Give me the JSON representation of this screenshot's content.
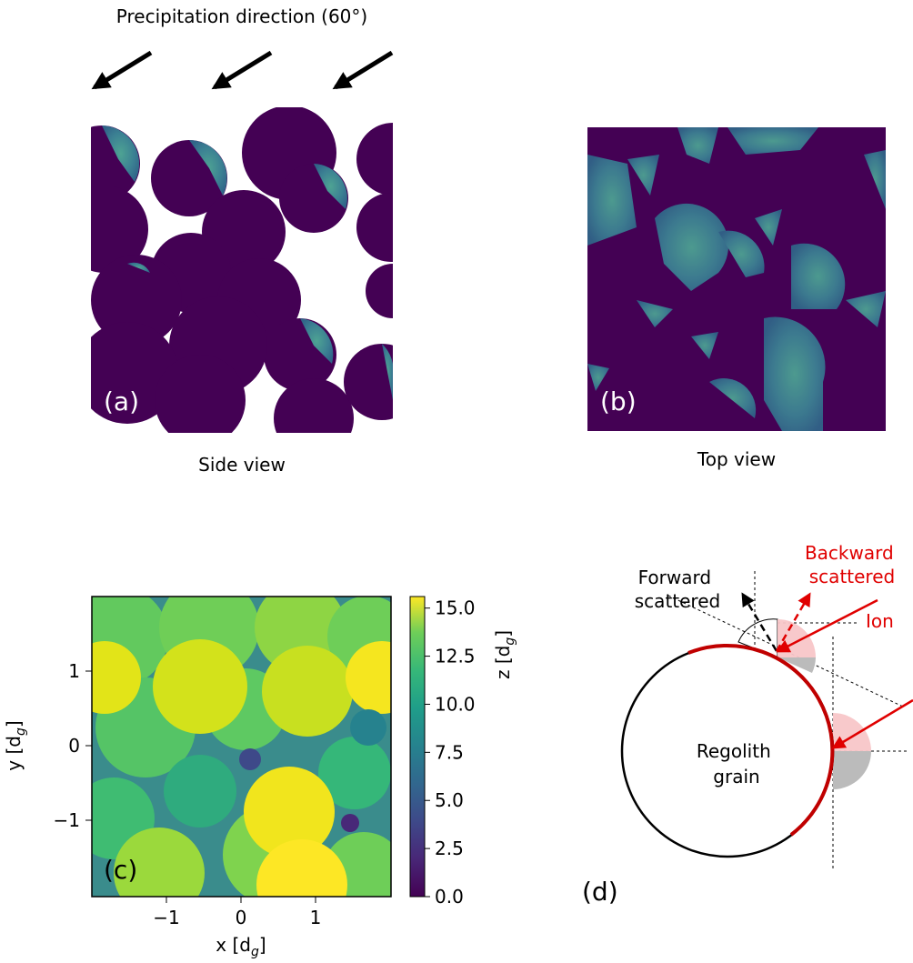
{
  "figure": {
    "title": "Precipitation direction (60°)",
    "panel_a": {
      "label": "(a)",
      "caption": "Side view"
    },
    "panel_b": {
      "label": "(b)",
      "caption": "Top view"
    },
    "panel_c": {
      "label": "(c)",
      "xlabel": "x [d",
      "xlabel_sub": "g",
      "xlabel_end": "]",
      "ylabel": "y [d",
      "ylabel_sub": "g",
      "ylabel_end": "]",
      "colorbar_label": "z [d",
      "colorbar_sub": "g",
      "colorbar_end": "]",
      "xticks": [
        "−1",
        "0",
        "1"
      ],
      "yticks": [
        "1",
        "0",
        "−1"
      ],
      "colorbar_ticks": [
        "15.0",
        "12.5",
        "10.0",
        "7.5",
        "5.0",
        "2.5",
        "0.0"
      ]
    },
    "panel_d": {
      "label": "(d)",
      "grain_line1": "Regolith",
      "grain_line2": "grain",
      "forward_line1": "Forward",
      "forward_line2": "scattered",
      "backward_line1": "Backward",
      "backward_line2": "scattered",
      "ion": "Ion"
    }
  },
  "colors": {
    "viridis_dark": "#440154",
    "viridis_yellow": "#fde725",
    "red": "#e00000",
    "dark_red": "#c00000",
    "pink": "#f8c6c8",
    "gray": "#bbbbbb"
  },
  "chart_data": {
    "type": "heatmap",
    "title": "",
    "xlabel": "x [d_g]",
    "ylabel": "y [d_g]",
    "colorbar_label": "z [d_g]",
    "xlim": [
      -2,
      2
    ],
    "ylim": [
      -2,
      2
    ],
    "zlim": [
      0,
      15.6
    ],
    "xticks": [
      -1,
      0,
      1
    ],
    "yticks": [
      -1,
      0,
      1
    ],
    "colorbar_ticks": [
      0.0,
      2.5,
      5.0,
      7.5,
      10.0,
      12.5,
      15.0
    ],
    "colormap": "viridis"
  }
}
